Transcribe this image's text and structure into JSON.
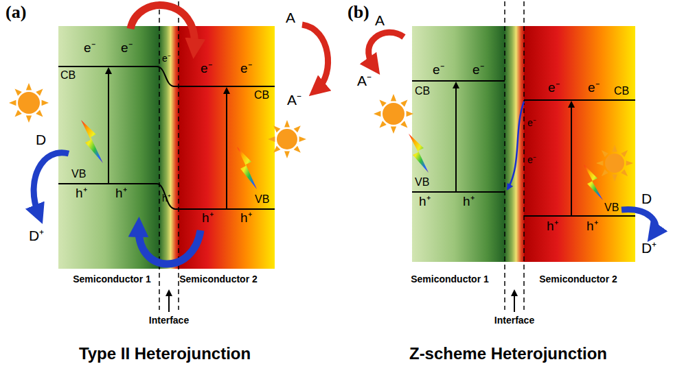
{
  "diagram": {
    "labels": [
      "(a)",
      "e⁻",
      "e⁻",
      "e⁻",
      "CB",
      "e⁻",
      "e⁻",
      "CB",
      "A",
      "A⁻",
      "D",
      "D⁺",
      "VB",
      "h⁺",
      "h⁺",
      "h⁺",
      "VB",
      "h⁺",
      "h⁺",
      "Semiconductor 1",
      "Semiconductor 2",
      "Interface",
      "Type II Heterojunction",
      "(b)",
      "A",
      "A⁻",
      "e⁻",
      "e⁻",
      "CB",
      "e⁻",
      "e⁻",
      "CB",
      "e⁻",
      "e⁻",
      "VB",
      "h⁺",
      "h⁺",
      "VB",
      "h⁺",
      "h⁺",
      "D",
      "D⁺",
      "Semiconductor 1",
      "Semiconductor 2",
      "Interface",
      "Z-scheme Heterojunction"
    ]
  }
}
